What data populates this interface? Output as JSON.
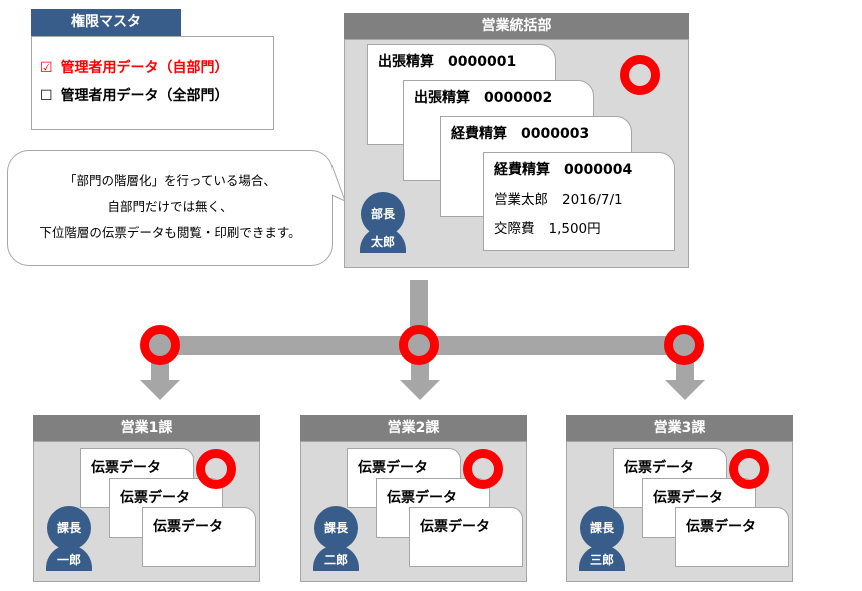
{
  "master": {
    "title": "権限マスタ",
    "options": [
      {
        "box": "☑",
        "label": "管理者用データ（自部門）",
        "checked": true
      },
      {
        "box": "☐",
        "label": "管理者用データ（全部門）",
        "checked": false
      }
    ]
  },
  "note": {
    "lines": [
      "「部門の階層化」を行っている場合、",
      "自部門だけでは無く、",
      "下位階層の伝票データも閲覧・印刷できます。"
    ]
  },
  "headquarters": {
    "title": "営業統括部",
    "cards": [
      {
        "type": "出張精算",
        "number": "0000001"
      },
      {
        "type": "出張精算",
        "number": "0000002"
      },
      {
        "type": "経費精算",
        "number": "0000003"
      },
      {
        "type": "経費精算",
        "number": "0000004",
        "person": "営業太郎",
        "date": "2016/7/1",
        "item": "交際費",
        "amount": "1,500円"
      }
    ],
    "avatar": {
      "role": "部長",
      "name": "太郎"
    }
  },
  "sections": [
    {
      "title": "営業1課",
      "cards": [
        "伝票データ",
        "伝票データ",
        "伝票データ"
      ],
      "avatar": {
        "role": "課長",
        "name": "一郎"
      }
    },
    {
      "title": "営業2課",
      "cards": [
        "伝票データ",
        "伝票データ",
        "伝票データ"
      ],
      "avatar": {
        "role": "課長",
        "name": "二郎"
      }
    },
    {
      "title": "営業3課",
      "cards": [
        "伝票データ",
        "伝票データ",
        "伝票データ"
      ],
      "avatar": {
        "role": "課長",
        "name": "三郎"
      }
    }
  ],
  "colors": {
    "accent": "#ff0000",
    "avatar": "#385d8a",
    "header": "#808080",
    "panel": "#d9d9d9",
    "connector": "#a6a6a6"
  }
}
